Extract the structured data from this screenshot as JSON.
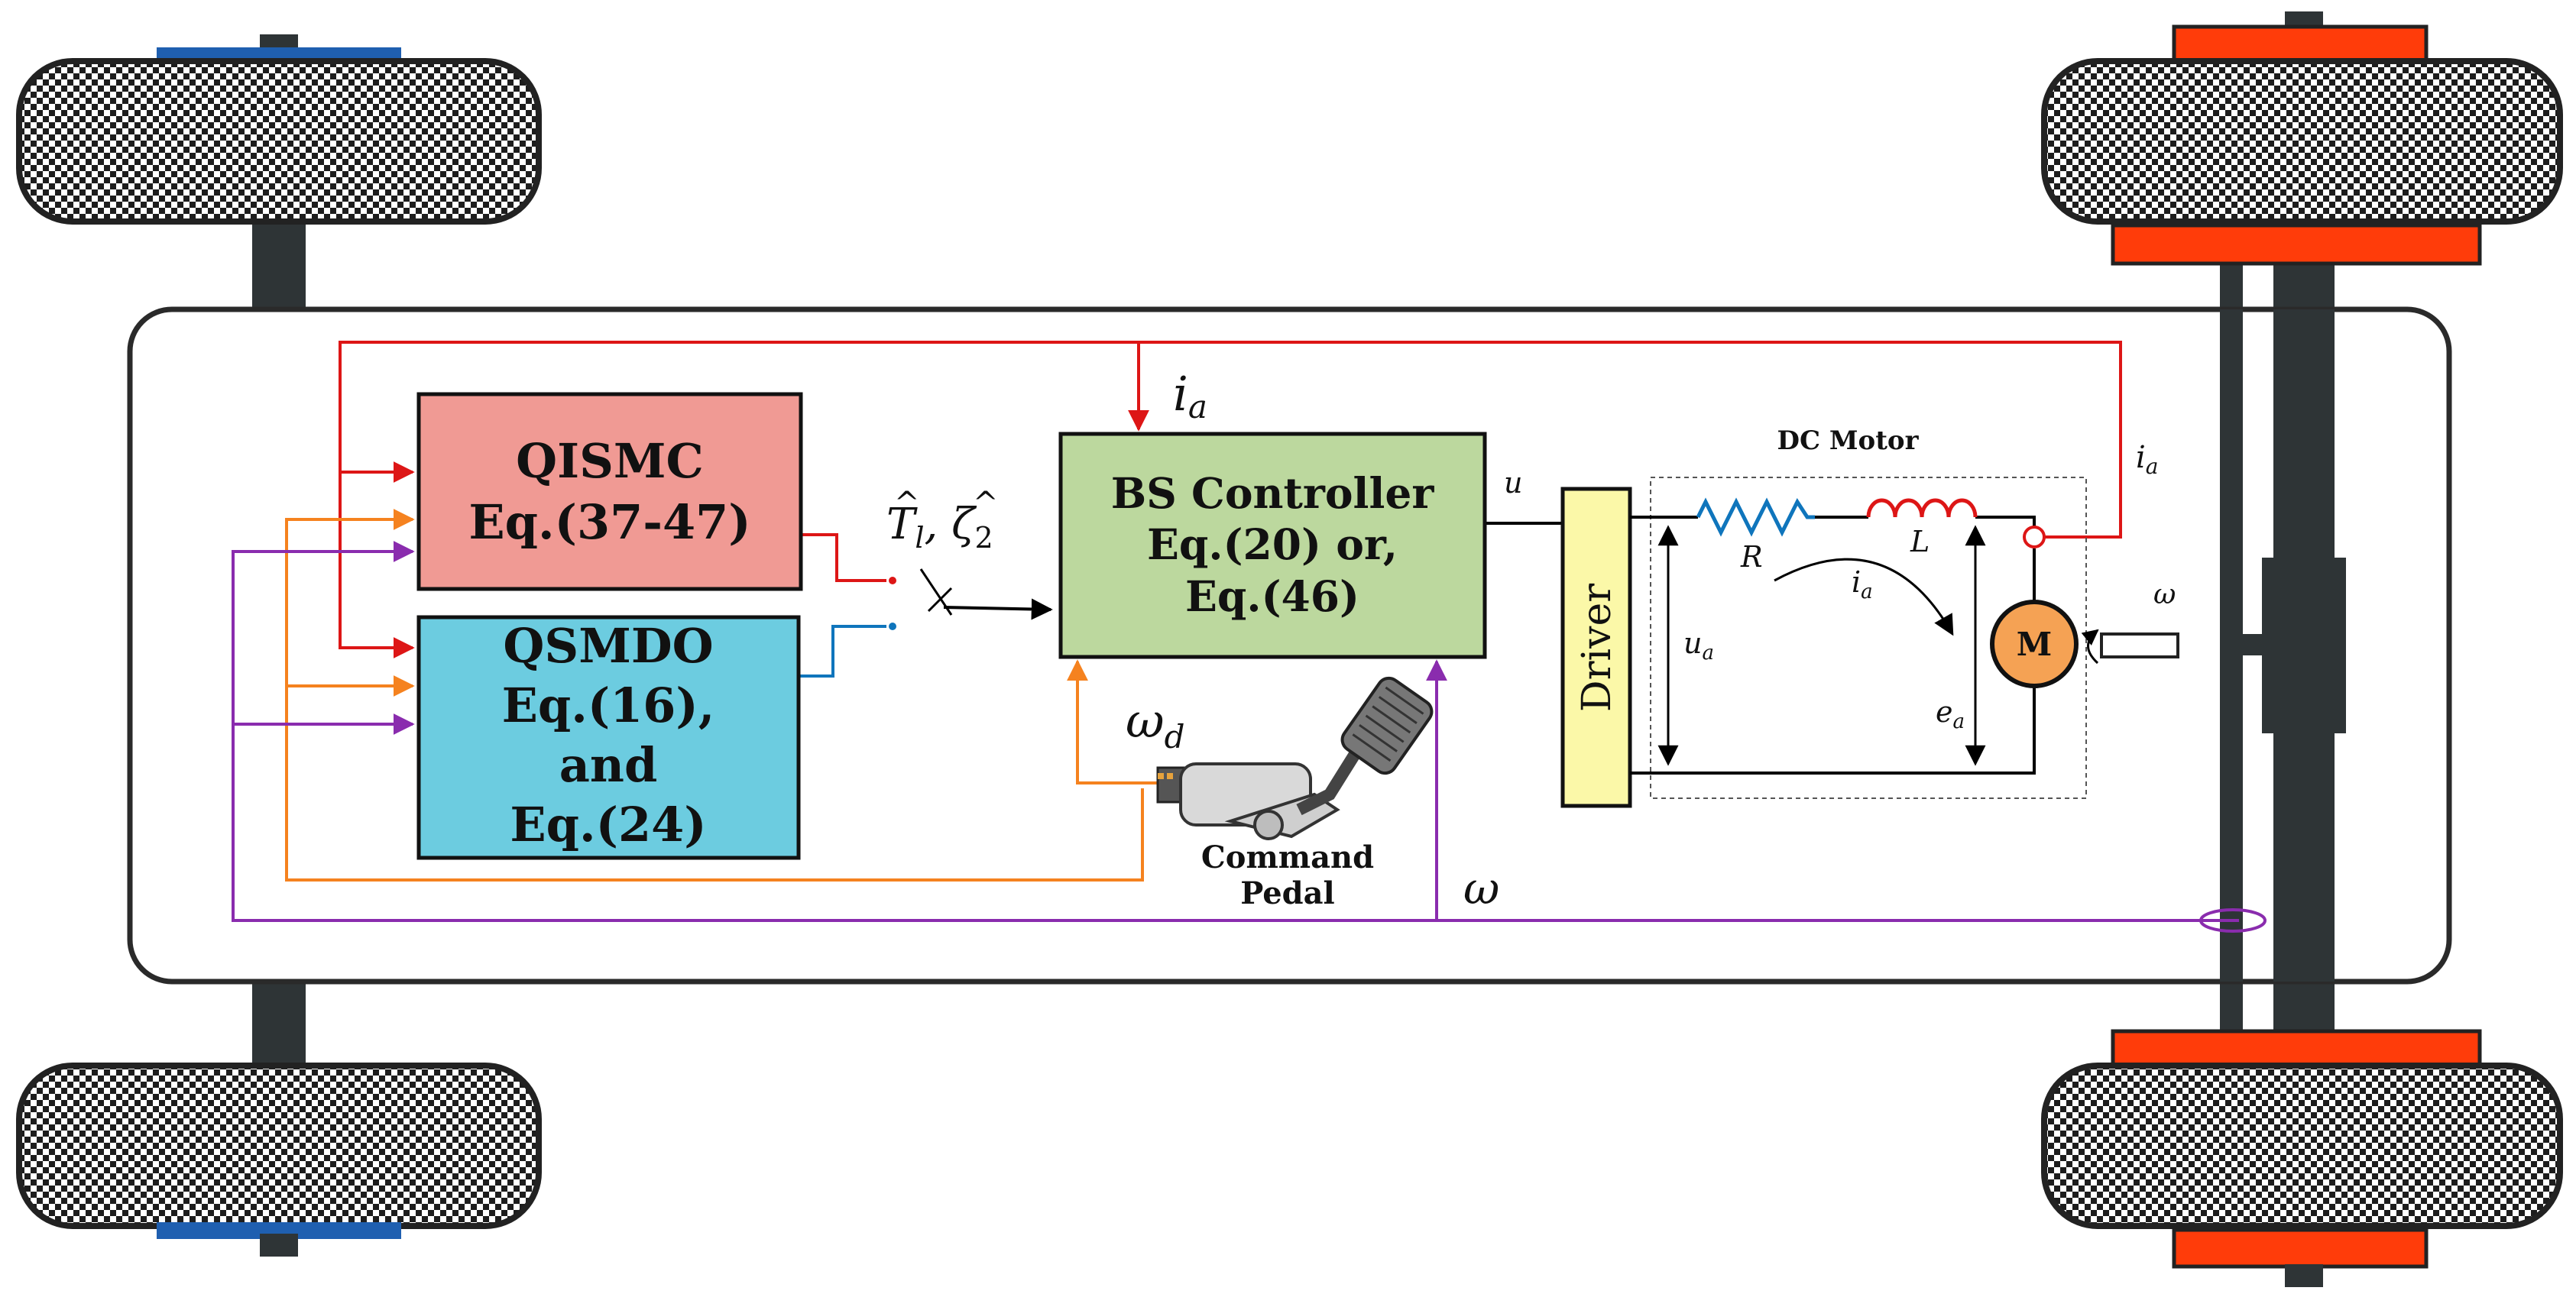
{
  "blocks": {
    "qismc": {
      "line1": "QISMC",
      "line2": "Eq.(37-47)"
    },
    "qsmdo": {
      "line1": "QSMDO",
      "line2": "Eq.(16),",
      "line3": "and",
      "line4": "Eq.(24)"
    },
    "bs": {
      "line1": "BS Controller",
      "line2": "Eq.(20) or,",
      "line3": "Eq.(46)"
    },
    "driver": "Driver"
  },
  "signals": {
    "ia_top": {
      "base": "i",
      "sub": "a"
    },
    "estimate": {
      "t": "T",
      "tsub": "l",
      "sep": ", ",
      "z": "ζ",
      "zsub": "2"
    },
    "omega_d": {
      "base": "ω",
      "sub": "d"
    },
    "u": "u",
    "omega_bottom": "ω"
  },
  "pedal": {
    "line1": "Command",
    "line2": "Pedal"
  },
  "motor": {
    "title": "DC Motor",
    "R": "R",
    "L": "L",
    "ia_inner": {
      "base": "i",
      "sub": "a"
    },
    "ua": {
      "base": "u",
      "sub": "a"
    },
    "ea": {
      "base": "e",
      "sub": "a"
    },
    "M": "M",
    "ia_right": {
      "base": "i",
      "sub": "a"
    },
    "omega_shaft": "ω"
  },
  "colors": {
    "qismc_fill": "#f09a94",
    "qsmdo_fill": "#6ccce0",
    "bs_fill": "#bcd89e",
    "driver_fill": "#fbf8a8",
    "motor_fill": "#f5a254",
    "red": "#dd1616",
    "orange": "#f5821f",
    "purple": "#8a2cae",
    "blue": "#0f75bc",
    "tire_orange": "#ff3c0a",
    "axle": "#2e3436"
  }
}
